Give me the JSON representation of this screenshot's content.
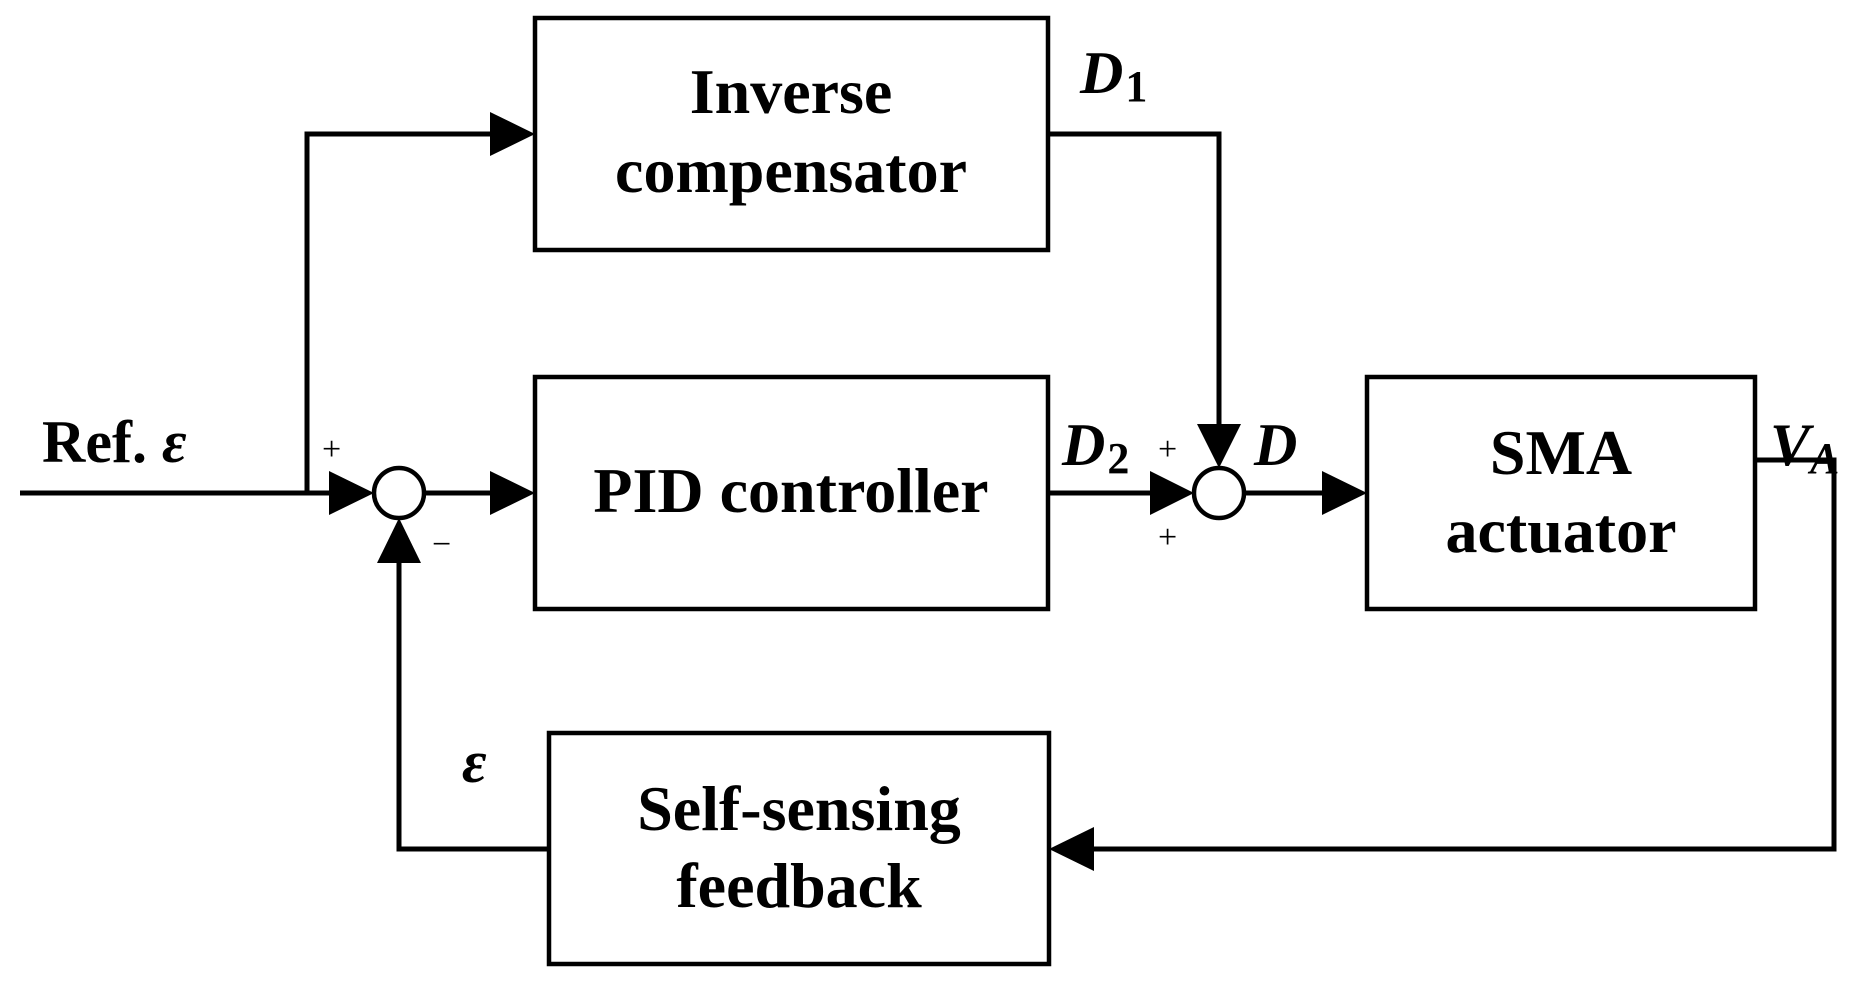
{
  "blocks": {
    "inverse_compensator": {
      "line1": "Inverse",
      "line2": "compensator"
    },
    "pid_controller": {
      "label": "PID controller"
    },
    "sma_actuator": {
      "line1": "SMA",
      "line2": "actuator"
    },
    "self_sensing_feedback": {
      "line1": "Self-sensing",
      "line2": "feedback"
    }
  },
  "signals": {
    "reference": {
      "text": "Ref. ",
      "symbol": "ε"
    },
    "d1": {
      "main": "D",
      "sub": "1"
    },
    "d2": {
      "main": "D",
      "sub": "2"
    },
    "d": "D",
    "va": {
      "main": "V",
      "sub": "A"
    },
    "epsilon": "ε"
  },
  "summing_junctions": {
    "error_sum": {
      "top_sign": "+",
      "bottom_sign": "−"
    },
    "output_sum": {
      "top_sign": "+",
      "bottom_sign": "+"
    }
  }
}
